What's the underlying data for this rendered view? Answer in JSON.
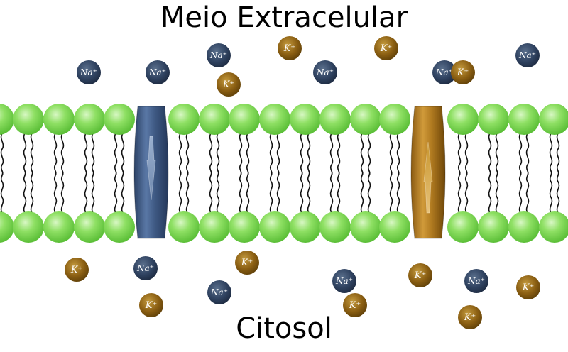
{
  "labels": {
    "extracellular": "Meio Extracelular",
    "cytosol": "Citosol"
  },
  "ion_text": {
    "sodium": "Na⁺",
    "potassium": "K⁺"
  },
  "colors": {
    "background": "#ffffff",
    "phospholipid_head": "#7fd65a",
    "phospholipid_tail": "#111111",
    "sodium_ion": "#2e3f58",
    "potassium_ion": "#8a5e12",
    "sodium_channel": "#4a6a9a",
    "potassium_channel": "#b87f1e"
  },
  "channels": [
    {
      "name": "sodium-channel",
      "ion": "sodium",
      "direction": "inward"
    },
    {
      "name": "potassium-channel",
      "ion": "potassium",
      "direction": "outward"
    }
  ],
  "ions_extracellular": [
    "sodium",
    "sodium",
    "sodium",
    "potassium",
    "potassium",
    "sodium",
    "potassium",
    "sodium",
    "potassium",
    "sodium"
  ],
  "ions_cytosol": [
    "potassium",
    "sodium",
    "potassium",
    "potassium",
    "sodium",
    "sodium",
    "potassium",
    "potassium",
    "sodium",
    "potassium",
    "potassium"
  ]
}
